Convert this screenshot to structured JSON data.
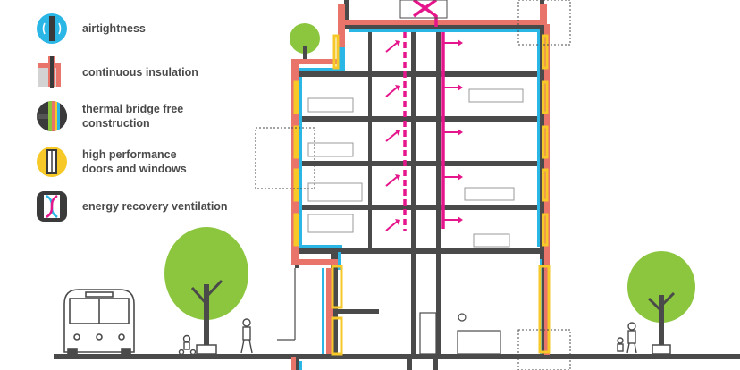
{
  "legend": {
    "items": [
      {
        "id": "airtightness",
        "label": "airtightness",
        "icon": "airtightness-icon"
      },
      {
        "id": "continuous-insulation",
        "label": "continuous insulation",
        "icon": "insulation-icon"
      },
      {
        "id": "thermal-bridge",
        "label": "thermal bridge free\nconstruction",
        "icon": "thermal-bridge-icon"
      },
      {
        "id": "windows",
        "label": "high performance\ndoors and windows",
        "icon": "window-icon"
      },
      {
        "id": "ventilation",
        "label": "energy recovery ventilation",
        "icon": "ventilation-icon"
      }
    ]
  },
  "colors": {
    "airtightness": "#2ab7e6",
    "insulation": "#e8746a",
    "windows": "#f6c928",
    "ventilation": "#e5168b",
    "structure": "#4a4a4a",
    "tree": "#8cc63f"
  }
}
